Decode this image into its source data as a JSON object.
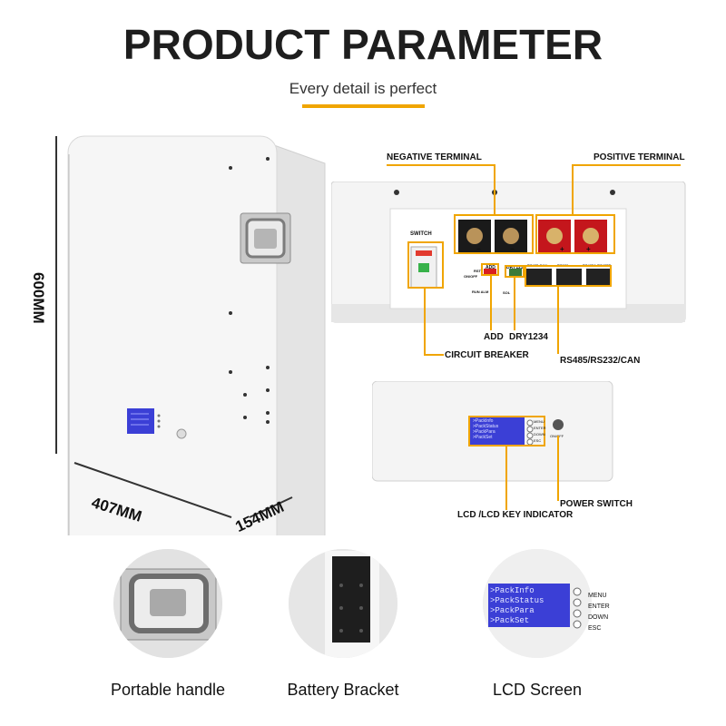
{
  "header": {
    "title": "PRODUCT PARAMETER",
    "subtitle": "Every detail is perfect"
  },
  "dimensions": {
    "height": "600MM",
    "width": "407MM",
    "depth": "154MM"
  },
  "callouts": {
    "negative_terminal": "NEGATIVE TERMINAL",
    "positive_terminal": "POSITIVE TERMINAL",
    "switch": "SWITCH",
    "add": "ADD",
    "dry": "DRY1234",
    "circuit_breaker": "CIRCUIT BREAKER",
    "comm_ports": "RS485/RS232/CAN",
    "power_switch": "POWER SWITCH",
    "lcd_indicator": "LCD /LCD KEY INDICATOR"
  },
  "panel_small_labels": {
    "add_small": "ADD",
    "dry_small": "DRY1234",
    "rs485_can": "RS485 CAN",
    "rs232": "RS232",
    "rs485a": "RS485A RS485B",
    "rst": "RST",
    "on_off_small": "ON/OFF",
    "run_alm": "RUN ALM",
    "sol": "SOL",
    "plus": "+",
    "minus": "−"
  },
  "lcd": {
    "lines": [
      ">PackInfo",
      ">PackStatus",
      ">PackPara",
      ">PackSet"
    ],
    "keys": [
      "MENU",
      "ENTER",
      "DOWN",
      "ESC"
    ],
    "on_off": "ON/OFF"
  },
  "features": [
    {
      "caption": "Portable handle"
    },
    {
      "caption": "Battery Bracket"
    },
    {
      "caption": "LCD Screen"
    }
  ],
  "colors": {
    "accent": "#f0a500",
    "lcd_blue": "#3b3fd6",
    "terminal_red": "#c4161c",
    "terminal_black": "#1a1a1a"
  }
}
